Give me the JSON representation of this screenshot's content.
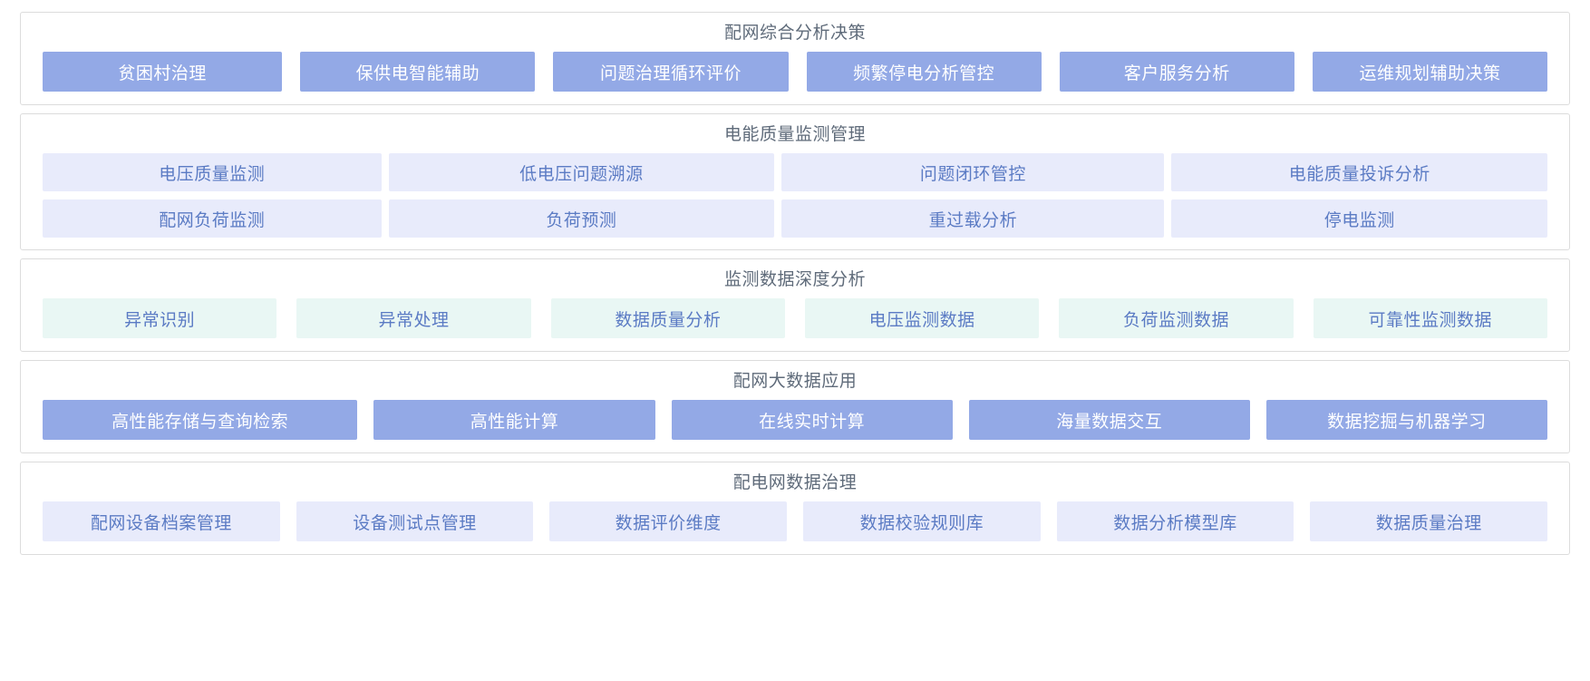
{
  "sections": [
    {
      "title": "配网综合分析决策",
      "style": "blue",
      "rows": [
        {
          "tiles": [
            {
              "label": "贫困村治理",
              "flex": 1.02
            },
            {
              "label": "保供电智能辅助",
              "flex": 1.0
            },
            {
              "label": "问题治理循环评价",
              "flex": 1.0
            },
            {
              "label": "频繁停电分析管控",
              "flex": 1.0
            },
            {
              "label": "客户服务分析",
              "flex": 1.0
            },
            {
              "label": "运维规划辅助决策",
              "flex": 1.0
            }
          ]
        }
      ]
    },
    {
      "title": "电能质量监测管理",
      "style": "lavender",
      "rows": [
        {
          "tiles": [
            {
              "label": "电压质量监测",
              "flex": 1.0
            },
            {
              "label": "低电压问题溯源",
              "flex": 1.14
            },
            {
              "label": "问题闭环管控",
              "flex": 1.13
            },
            {
              "label": "电能质量投诉分析",
              "flex": 1.11
            }
          ]
        },
        {
          "tiles": [
            {
              "label": "配网负荷监测",
              "flex": 1.0
            },
            {
              "label": "负荷预测",
              "flex": 1.14
            },
            {
              "label": "重过载分析",
              "flex": 1.13
            },
            {
              "label": "停电监测",
              "flex": 1.11
            }
          ]
        }
      ]
    },
    {
      "title": "监测数据深度分析",
      "style": "mint",
      "rows": [
        {
          "tiles": [
            {
              "label": "异常识别",
              "flex": 1.0
            },
            {
              "label": "异常处理",
              "flex": 1.0
            },
            {
              "label": "数据质量分析",
              "flex": 1.0
            },
            {
              "label": "电压监测数据",
              "flex": 1.0
            },
            {
              "label": "负荷监测数据",
              "flex": 1.0
            },
            {
              "label": "可靠性监测数据",
              "flex": 1.0
            }
          ]
        }
      ]
    },
    {
      "title": "配网大数据应用",
      "style": "blue",
      "rows": [
        {
          "tiles": [
            {
              "label": "高性能存储与查询检索",
              "flex": 1.12
            },
            {
              "label": "高性能计算",
              "flex": 1.0
            },
            {
              "label": "在线实时计算",
              "flex": 1.0
            },
            {
              "label": "海量数据交互",
              "flex": 1.0
            },
            {
              "label": "数据挖掘与机器学习",
              "flex": 1.0
            }
          ]
        }
      ]
    },
    {
      "title": "配电网数据治理",
      "style": "lavender",
      "rows": [
        {
          "tiles": [
            {
              "label": "配网设备档案管理",
              "flex": 1.0
            },
            {
              "label": "设备测试点管理",
              "flex": 1.0
            },
            {
              "label": "数据评价维度",
              "flex": 1.0
            },
            {
              "label": "数据校验规则库",
              "flex": 1.0
            },
            {
              "label": "数据分析模型库",
              "flex": 1.0
            },
            {
              "label": "数据质量治理",
              "flex": 1.0
            }
          ]
        }
      ]
    }
  ],
  "colors": {
    "blue_fill": "#93a9e6",
    "blue_text": "#ffffff",
    "lavender_fill": "#e8ebfb",
    "mint_fill": "#e9f7f4",
    "tile_text": "#5b7bc4",
    "title_text": "#5f6b7a",
    "border": "#dcdcdc",
    "background": "#ffffff"
  }
}
